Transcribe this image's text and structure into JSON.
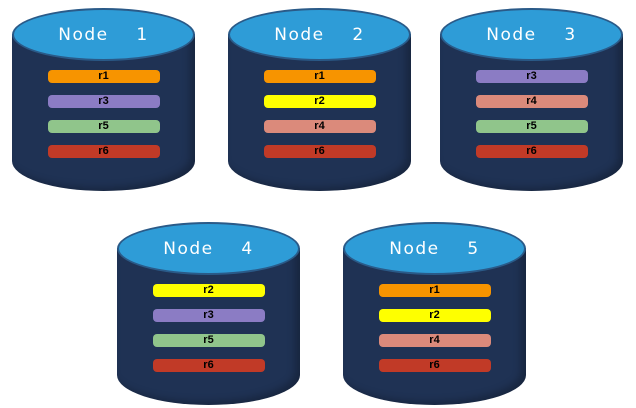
{
  "diagram": {
    "colors": {
      "cylinder_body": "#1F3254",
      "cylinder_top_fill": "#2E9CD7",
      "cylinder_top_border": "#2A5A88",
      "node_label_text": "#FFFFFF",
      "replica_label_text": "#000000",
      "background": "#FFFFFF"
    },
    "replica_colors": {
      "r1": "#F79400",
      "r2": "#FEFF00",
      "r3": "#8B7CC4",
      "r4": "#DB8A7B",
      "r5": "#90C58B",
      "r6": "#C13A27"
    },
    "nodes": [
      {
        "label": "Node  1",
        "replicas": [
          "r1",
          "r3",
          "r5",
          "r6"
        ]
      },
      {
        "label": "Node  2",
        "replicas": [
          "r1",
          "r2",
          "r4",
          "r6"
        ]
      },
      {
        "label": "Node  3",
        "replicas": [
          "r3",
          "r4",
          "r5",
          "r6"
        ]
      },
      {
        "label": "Node  4",
        "replicas": [
          "r2",
          "r3",
          "r5",
          "r6"
        ]
      },
      {
        "label": "Node  5",
        "replicas": [
          "r1",
          "r2",
          "r4",
          "r6"
        ]
      }
    ]
  }
}
